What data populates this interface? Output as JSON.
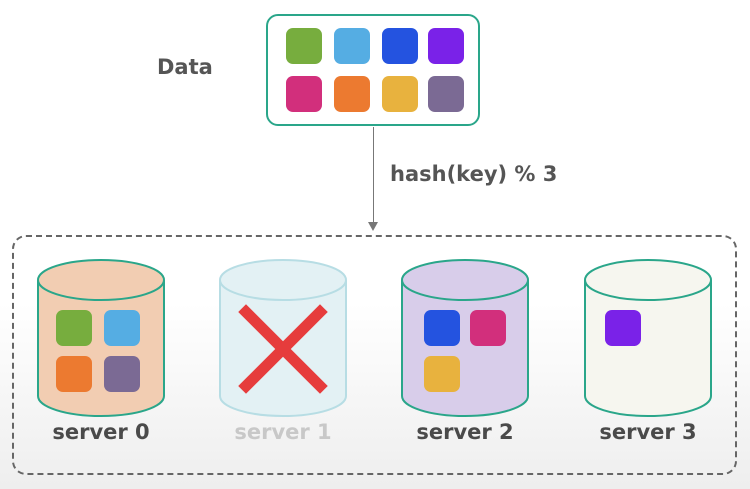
{
  "data_label": "Data",
  "hash_label": "hash(key) % 3",
  "colors": {
    "green": "#77ad3e",
    "light_blue": "#55ade3",
    "blue": "#2453e0",
    "purple": "#7a22e8",
    "magenta": "#d22f7c",
    "orange": "#ec7a30",
    "yellow": "#e8b23e",
    "mauve": "#7b6a94",
    "accent_teal": "#2aa68a",
    "cross_red": "#e63c3c"
  },
  "data_items": [
    "green",
    "light_blue",
    "blue",
    "purple",
    "magenta",
    "orange",
    "yellow",
    "mauve"
  ],
  "servers": [
    {
      "label": "server 0",
      "status": "up",
      "fill": "#f2cdb2",
      "items": [
        "green",
        "light_blue",
        "orange",
        "mauve"
      ]
    },
    {
      "label": "server 1",
      "status": "down",
      "fill": "#e3f1f4",
      "items": []
    },
    {
      "label": "server 2",
      "status": "up",
      "fill": "#d8cdea",
      "items": [
        "blue",
        "magenta",
        "yellow"
      ]
    },
    {
      "label": "server 3",
      "status": "up",
      "fill": "#f6f6ef",
      "items": [
        "purple"
      ]
    }
  ]
}
